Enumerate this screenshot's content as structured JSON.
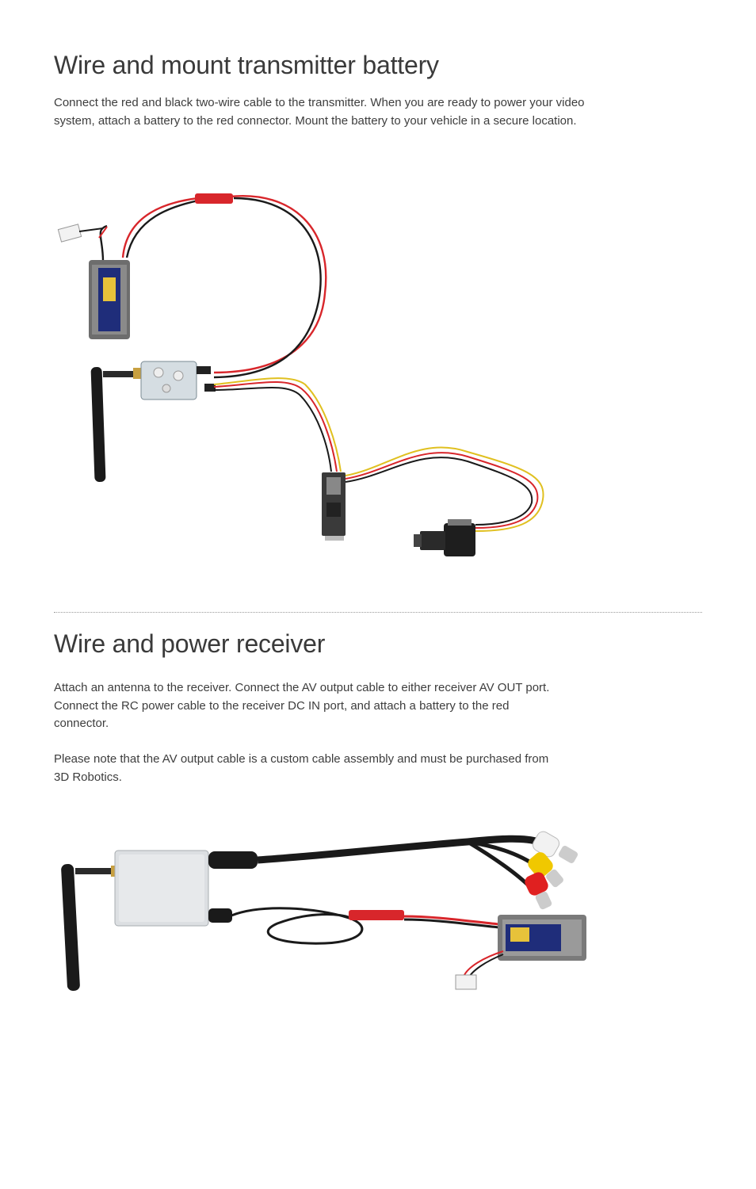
{
  "section1": {
    "title": "Wire and mount transmitter battery",
    "body": "Connect the red and black two-wire cable to the transmitter. When you are ready to power your video system, attach a battery to the red connector. Mount the battery to your vehicle in a secure location."
  },
  "section2": {
    "title": "Wire and power receiver",
    "body1": "Attach an antenna to the receiver. Connect the AV output cable to either receiver AV OUT port.  Connect the RC power cable to the receiver DC IN port, and attach a battery to the red connector.",
    "body2": "Please note that the AV output cable is a custom cable assembly and must be purchased from 3D Robotics."
  },
  "colors": {
    "wire_red": "#d8262b",
    "wire_black": "#1a1a1a",
    "wire_yellow": "#e0c020",
    "rca_white": "#f2f2f2",
    "rca_yellow": "#f0c800",
    "rca_red": "#e02020"
  }
}
